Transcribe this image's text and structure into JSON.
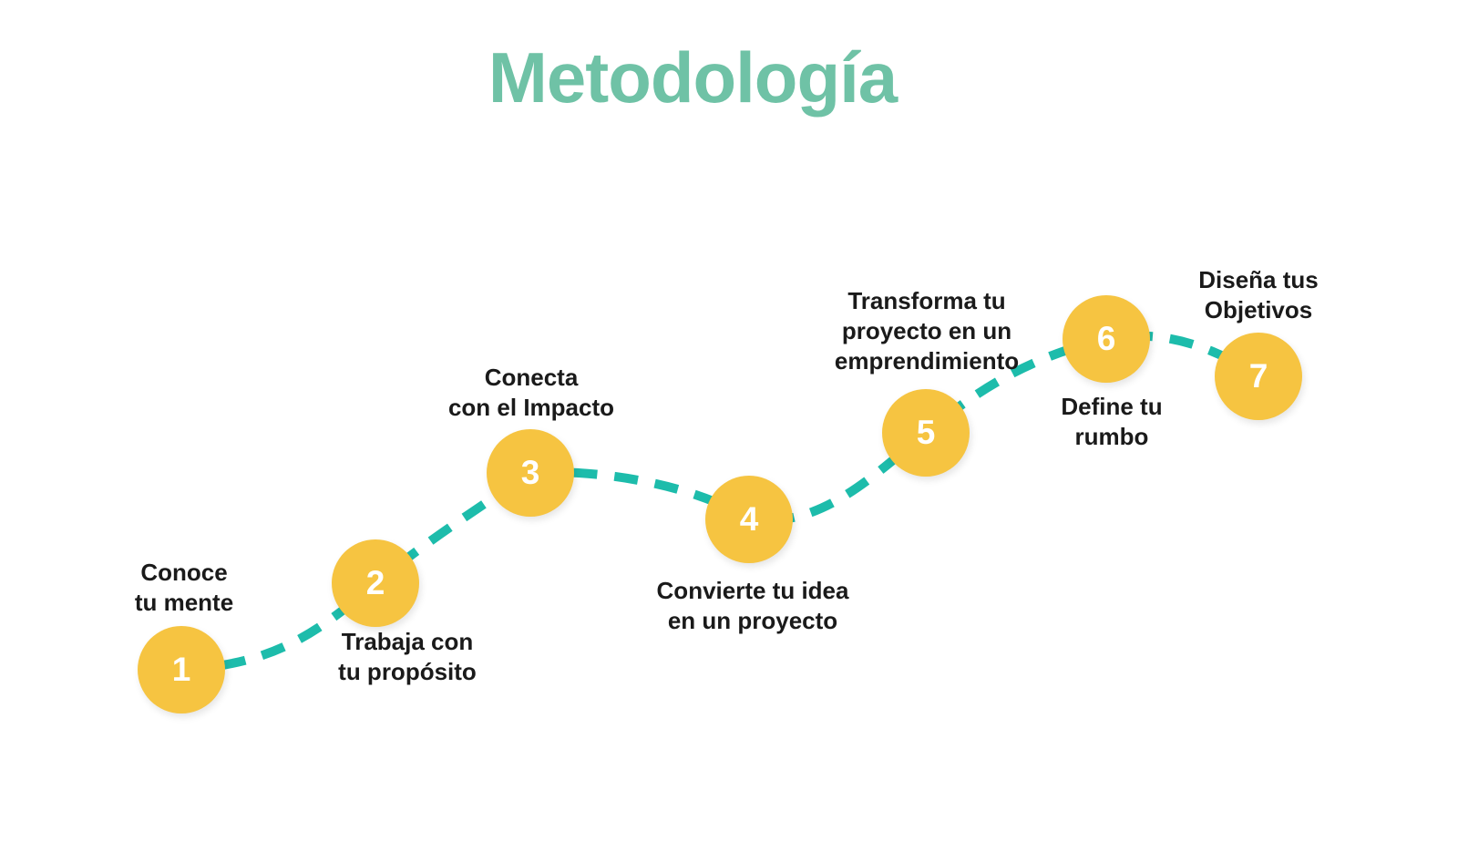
{
  "title": "Metodología",
  "colors": {
    "title": "#6FC2A6",
    "circle": "#F6C441",
    "dash": "#1DBCAB",
    "label": "#1A1A1A",
    "number": "#FFFFFF",
    "background": "#FFFFFF"
  },
  "steps": [
    {
      "number": "1",
      "lines": [
        "Conoce",
        "tu mente"
      ],
      "label_position": "above"
    },
    {
      "number": "2",
      "lines": [
        "Trabaja con",
        "tu propósito"
      ],
      "label_position": "below"
    },
    {
      "number": "3",
      "lines": [
        "Conecta",
        "con el Impacto"
      ],
      "label_position": "above"
    },
    {
      "number": "4",
      "lines": [
        "Convierte tu idea",
        "en un proyecto"
      ],
      "label_position": "below"
    },
    {
      "number": "5",
      "lines": [
        "Transforma tu",
        "proyecto en un",
        "emprendimiento"
      ],
      "label_position": "above"
    },
    {
      "number": "6",
      "lines": [
        "Define tu",
        "rumbo"
      ],
      "label_position": "below"
    },
    {
      "number": "7",
      "lines": [
        "Diseña tus",
        "Objetivos"
      ],
      "label_position": "above"
    }
  ]
}
